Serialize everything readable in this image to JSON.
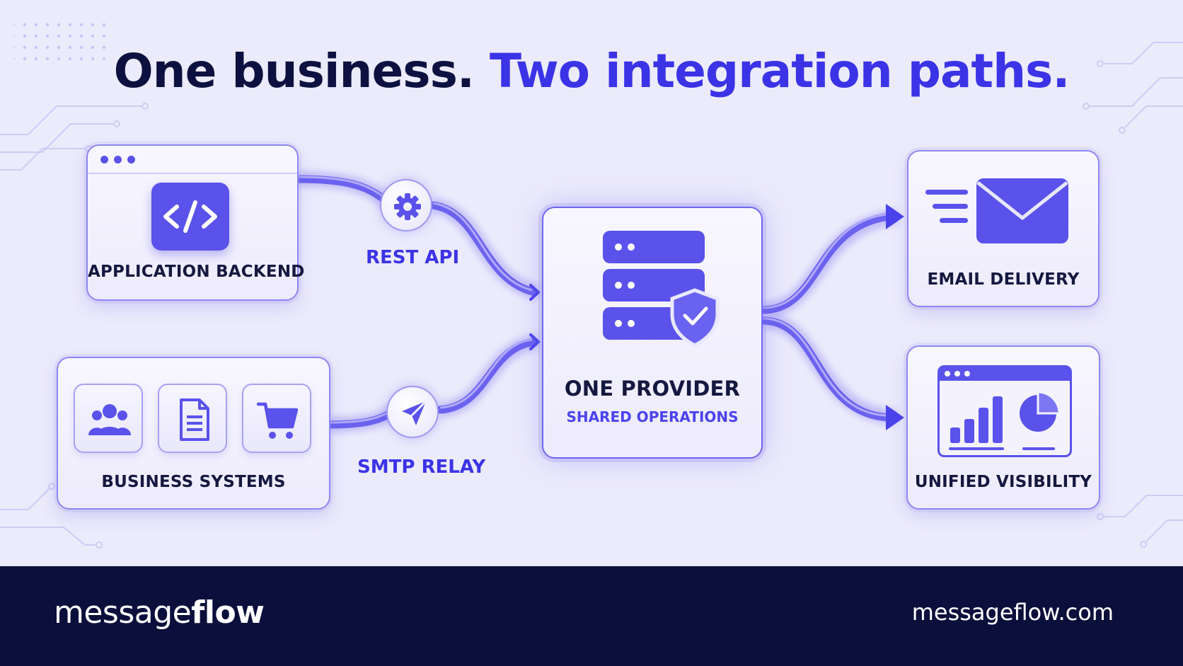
{
  "title": {
    "part1": "One business.",
    "part2": "Two integration paths."
  },
  "sources": {
    "backend": {
      "label": "APPLICATION BACKEND",
      "icon": "code-icon"
    },
    "business": {
      "label": "BUSINESS SYSTEMS",
      "icons": [
        "users-icon",
        "document-icon",
        "shopping-cart-icon"
      ]
    }
  },
  "paths": {
    "api": {
      "label": "REST API",
      "icon": "gear-icon"
    },
    "smtp": {
      "label": "SMTP RELAY",
      "icon": "paper-plane-icon"
    }
  },
  "hub": {
    "title": "ONE PROVIDER",
    "subtitle": "SHARED OPERATIONS",
    "icon": "server-shield-icon"
  },
  "outputs": {
    "email": {
      "label": "EMAIL DELIVERY",
      "icon": "envelope-icon"
    },
    "visibility": {
      "label": "UNIFIED VISIBILITY",
      "icon": "dashboard-icon"
    }
  },
  "footer": {
    "brand_light": "message",
    "brand_bold": "flow",
    "website": "messageflow.com"
  },
  "colors": {
    "accent": "#3b33e6",
    "navy": "#0b0f3b",
    "icon_fill": "#5a52ea",
    "background": "#ecebfb"
  }
}
